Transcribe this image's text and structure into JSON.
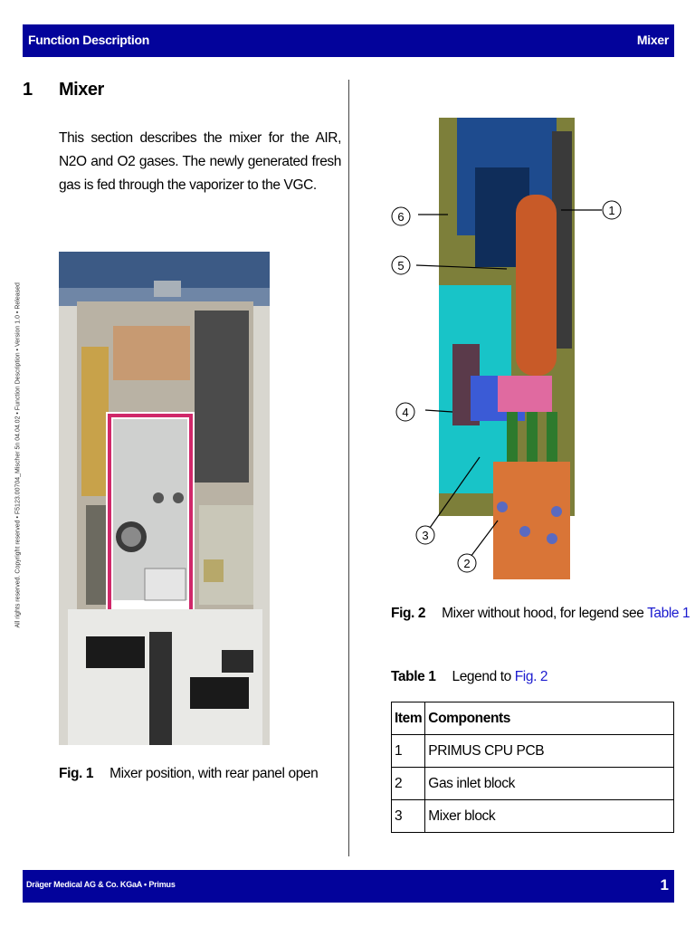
{
  "header": {
    "left": "Function Description",
    "right": "Mixer"
  },
  "section": {
    "number": "1",
    "title": "Mixer"
  },
  "intro": "This section describes the mixer for the AIR, N2O and O2 gases. The newly generated fresh gas is fed through the vaporizer to the VGC.",
  "side_text": "All rights reserved. Copyright reserved • F5123.00704_Mischer 5n 04.04.02 • Function Description • Version 1.0 • Released",
  "fig1": {
    "label": "Fig. 1",
    "caption": "Mixer position, with rear panel open"
  },
  "fig2": {
    "label": "Fig. 2",
    "caption": "Mixer without hood, for legend see ",
    "link": "Table 1",
    "callouts": [
      "1",
      "2",
      "3",
      "4",
      "5",
      "6"
    ]
  },
  "table1": {
    "label": "Table 1",
    "caption": "Legend to ",
    "link": "Fig. 2",
    "headers": [
      "Item",
      "Components"
    ],
    "rows": [
      [
        "1",
        "PRIMUS CPU PCB"
      ],
      [
        "2",
        "Gas inlet block"
      ],
      [
        "3",
        "Mixer block"
      ]
    ]
  },
  "footer": {
    "left": "Dräger Medical AG & Co. KGaA • Primus",
    "right": "1"
  },
  "colors": {
    "bar": "#03039b",
    "link": "#1b1bcf",
    "highlight": "#d0286a"
  }
}
